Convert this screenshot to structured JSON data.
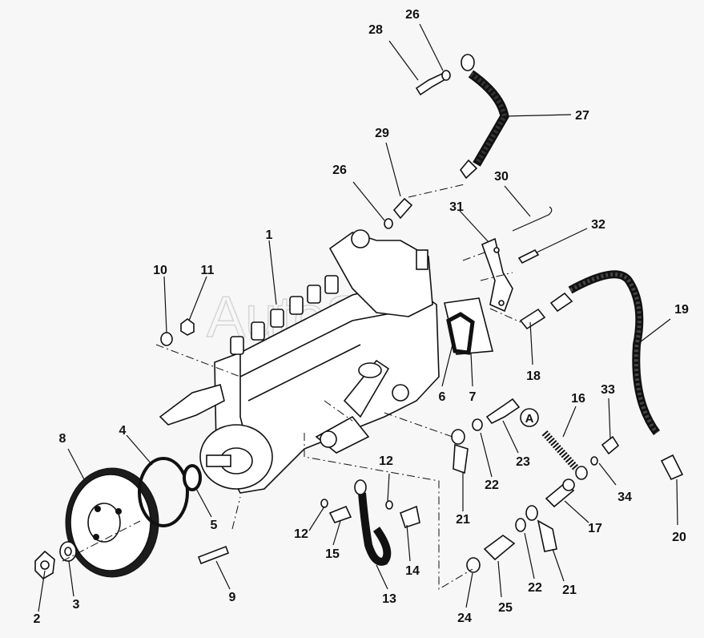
{
  "watermark": "AutoSoft",
  "callouts": {
    "c1": "1",
    "c2": "2",
    "c3": "3",
    "c4": "4",
    "c5": "5",
    "c6": "6",
    "c7": "7",
    "c8": "8",
    "c9": "9",
    "c10": "10",
    "c11": "11",
    "c12a": "12",
    "c12b": "12",
    "c13": "13",
    "c14": "14",
    "c15": "15",
    "c16": "16",
    "c17": "17",
    "c18": "18",
    "c19": "19",
    "c20": "20",
    "c21a": "21",
    "c21b": "21",
    "c22a": "22",
    "c22b": "22",
    "c23": "23",
    "c24": "24",
    "c25": "25",
    "c26a": "26",
    "c26b": "26",
    "c27": "27",
    "c28": "28",
    "c29": "29",
    "c30": "30",
    "c31": "31",
    "c32": "32",
    "c33": "33",
    "c34": "34",
    "detailA": "A"
  }
}
